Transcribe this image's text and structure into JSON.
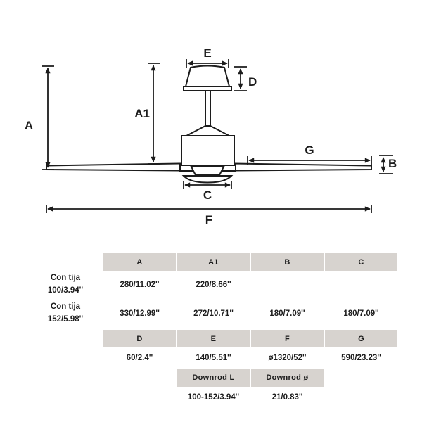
{
  "diagram": {
    "labels": {
      "a": "A",
      "a1": "A1",
      "b": "B",
      "c": "C",
      "d": "D",
      "e": "E",
      "f": "F",
      "g": "G"
    }
  },
  "table": {
    "header1": [
      "A",
      "A1",
      "B",
      "C"
    ],
    "row_tija_100": {
      "label_line1": "Con tija",
      "label_line2": "100/3.94''",
      "values": [
        "280/11.02''",
        "220/8.66''",
        "",
        ""
      ]
    },
    "row_tija_152": {
      "label_line1": "Con tija",
      "label_line2": "152/5.98''",
      "values": [
        "330/12.99''",
        "272/10.71''",
        "180/7.09''",
        "180/7.09''"
      ]
    },
    "header2": [
      "D",
      "E",
      "F",
      "G"
    ],
    "values2": [
      "60/2.4''",
      "140/5.51''",
      "ø1320/52''",
      "590/23.23''"
    ],
    "header3": [
      "Downrod L",
      "Downrod ø"
    ],
    "values3": [
      "100-152/3.94''",
      "21/0.83''"
    ]
  },
  "colors": {
    "header_bg": "#d7d3cf",
    "line": "#1c1c1c"
  }
}
